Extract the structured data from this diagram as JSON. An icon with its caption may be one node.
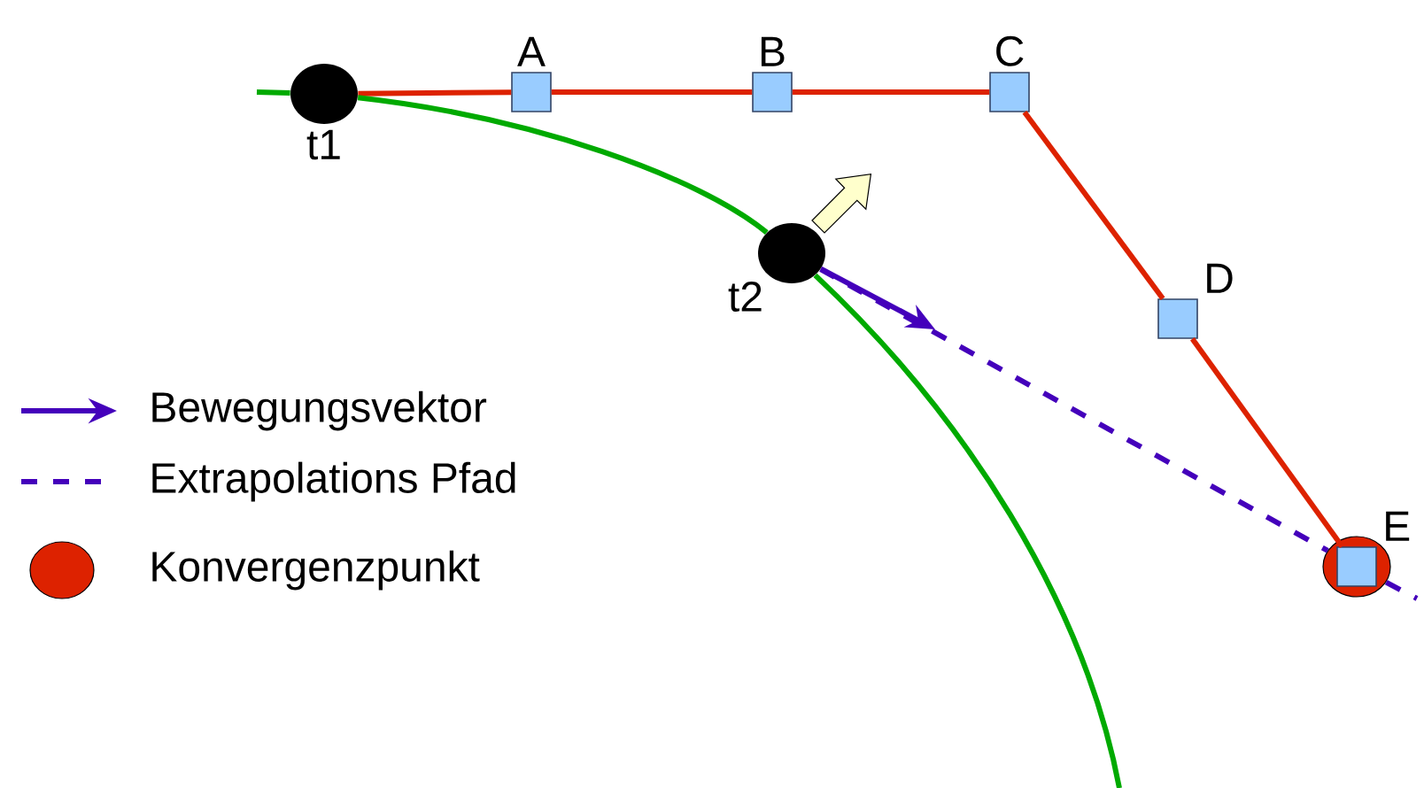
{
  "diagram": {
    "nodes": [
      {
        "text": [
          "t1"
        ]
      },
      {
        "text": [
          "A"
        ]
      },
      {
        "text": [
          "B"
        ]
      },
      {
        "text": [
          "C"
        ]
      },
      {
        "text": [
          "t2"
        ]
      },
      {
        "text": [
          "D"
        ]
      },
      {
        "text": [],
        "shape": "circle"
      },
      {
        "text": [
          "E"
        ],
        "in": 6
      }
    ],
    "edges": [
      {
        "from": 0,
        "to": 1,
        "arrow": "none",
        "color": "#dd2200"
      },
      {
        "from": 1,
        "to": 2,
        "arrow": "none",
        "color": "#dd2200"
      },
      {
        "from": 2,
        "to": 3,
        "arrow": "none",
        "color": "#dd2200"
      },
      {
        "from": 3,
        "to": 5,
        "arrow": "none",
        "color": "#dd2200"
      },
      {
        "from": 5,
        "to": 7,
        "arrow": "none",
        "color": "#dd2200"
      },
      {
        "from": null,
        "to": 0,
        "arrow": "none",
        "color": "#00aa00"
      },
      {
        "from": 0,
        "to": 4,
        "arrow": "none",
        "color": "#00aa00"
      },
      {
        "from": 4,
        "to": null,
        "arrow": "none",
        "color": "#00aa00"
      },
      {
        "from": 4,
        "to": null,
        "arrow": "to",
        "color": "#4400bb"
      },
      {
        "from": 4,
        "to": 6,
        "arrow": "none",
        "style": "dashed",
        "color": "#4400bb"
      }
    ],
    "legend": [
      {
        "text": "Bewegungsvektor"
      },
      {
        "text": "Extrapolations Pfad"
      },
      {
        "text": "Konvergenzpunkt",
        "color": "#dd2200"
      }
    ]
  }
}
